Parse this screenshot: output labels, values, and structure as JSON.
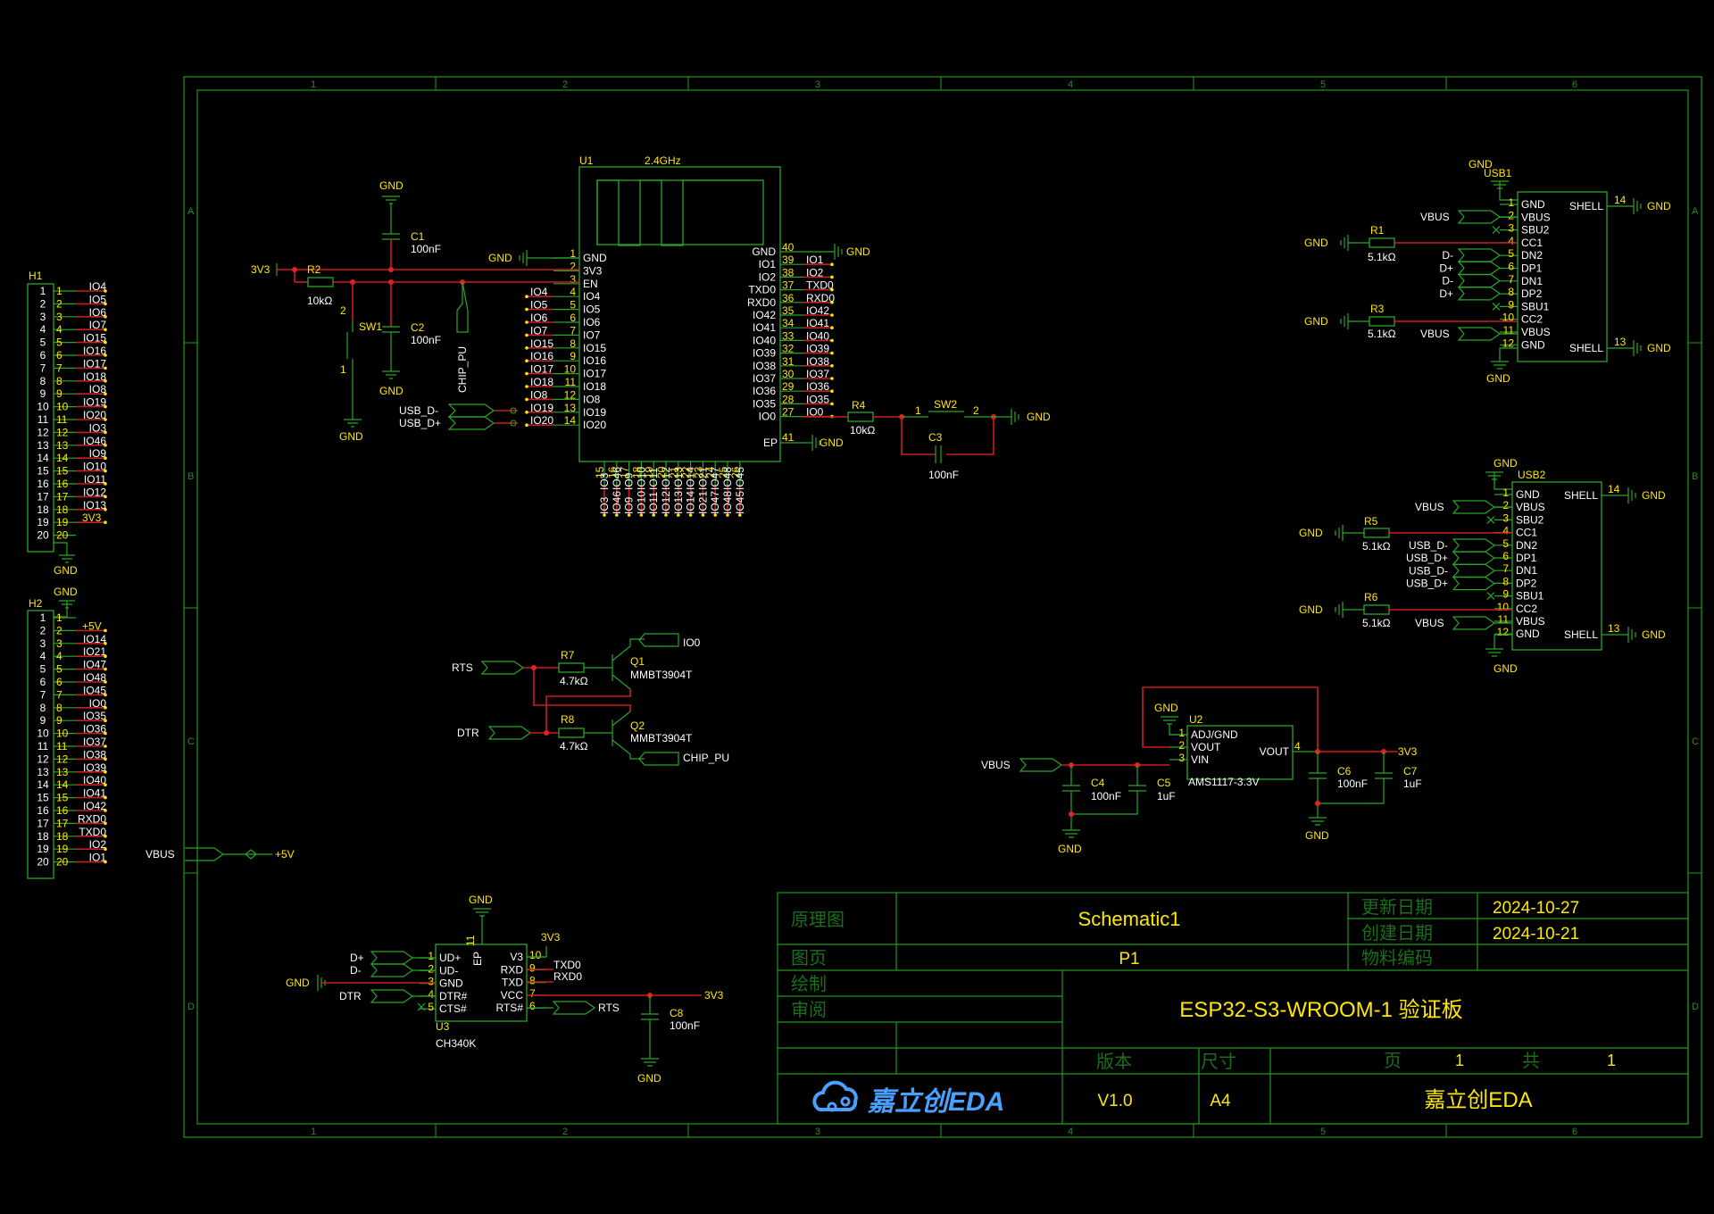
{
  "sheet": {
    "col_labels": [
      "1",
      "2",
      "3",
      "4",
      "5",
      "6"
    ],
    "row_labels": [
      "A",
      "B",
      "C",
      "D"
    ]
  },
  "title_block": {
    "schematic_label": "原理图",
    "schematic_name": "Schematic1",
    "updated_label": "更新日期",
    "updated_date": "2024-10-27",
    "created_label": "创建日期",
    "created_date": "2024-10-21",
    "page_label": "图页",
    "page_name": "P1",
    "bom_label": "物料编码",
    "drawn_label": "绘制",
    "review_label": "审阅",
    "board_title": "ESP32-S3-WROOM-1 验证板",
    "version_label": "版本",
    "size_label": "尺寸",
    "page_word": "页",
    "page_num": "1",
    "total_word": "共",
    "total_num": "1",
    "logo_text": "嘉立创EDA",
    "version": "V1.0",
    "size": "A4",
    "company": "嘉立创EDA"
  },
  "u1": {
    "ref": "U1",
    "antenna": "2.4GHz",
    "left_pins": [
      {
        "n": "1",
        "name": "GND"
      },
      {
        "n": "2",
        "name": "3V3"
      },
      {
        "n": "3",
        "name": "EN"
      },
      {
        "n": "4",
        "name": "IO4"
      },
      {
        "n": "5",
        "name": "IO5"
      },
      {
        "n": "6",
        "name": "IO6"
      },
      {
        "n": "7",
        "name": "IO7"
      },
      {
        "n": "8",
        "name": "IO15"
      },
      {
        "n": "9",
        "name": "IO16"
      },
      {
        "n": "10",
        "name": "IO17"
      },
      {
        "n": "11",
        "name": "IO18"
      },
      {
        "n": "12",
        "name": "IO8"
      },
      {
        "n": "13",
        "name": "IO19"
      },
      {
        "n": "14",
        "name": "IO20"
      }
    ],
    "left_nets": [
      "IO4",
      "IO5",
      "IO6",
      "IO7",
      "IO15",
      "IO16",
      "IO17",
      "IO18",
      "IO8",
      "IO19",
      "IO20"
    ],
    "right_pins": [
      {
        "n": "40",
        "name": "GND"
      },
      {
        "n": "39",
        "name": "IO1"
      },
      {
        "n": "38",
        "name": "IO2"
      },
      {
        "n": "37",
        "name": "TXD0"
      },
      {
        "n": "36",
        "name": "RXD0"
      },
      {
        "n": "35",
        "name": "IO42"
      },
      {
        "n": "34",
        "name": "IO41"
      },
      {
        "n": "33",
        "name": "IO40"
      },
      {
        "n": "32",
        "name": "IO39"
      },
      {
        "n": "31",
        "name": "IO38"
      },
      {
        "n": "30",
        "name": "IO37"
      },
      {
        "n": "29",
        "name": "IO36"
      },
      {
        "n": "28",
        "name": "IO35"
      },
      {
        "n": "27",
        "name": "IO0"
      }
    ],
    "right_nets": [
      "IO1",
      "IO2",
      "TXD0",
      "RXD0",
      "IO42",
      "IO41",
      "IO40",
      "IO39",
      "IO38",
      "IO37",
      "IO36",
      "IO35",
      "IO0"
    ],
    "ep_pin": {
      "n": "41",
      "name": "EP"
    },
    "bottom_pins": [
      {
        "n": "15",
        "name": "IO3"
      },
      {
        "n": "16",
        "name": "IO46"
      },
      {
        "n": "17",
        "name": "IO9"
      },
      {
        "n": "18",
        "name": "IO10"
      },
      {
        "n": "19",
        "name": "IO11"
      },
      {
        "n": "20",
        "name": "IO12"
      },
      {
        "n": "21",
        "name": "IO13"
      },
      {
        "n": "22",
        "name": "IO14"
      },
      {
        "n": "23",
        "name": "IO21"
      },
      {
        "n": "24",
        "name": "IO47"
      },
      {
        "n": "25",
        "name": "IO48"
      },
      {
        "n": "26",
        "name": "IO45"
      }
    ]
  },
  "en_circuit": {
    "gnd": "GND",
    "c1_ref": "C1",
    "c1_val": "100nF",
    "r2_ref": "R2",
    "r2_val": "10kΩ",
    "net_3v3": "3V3",
    "sw1_ref": "SW1",
    "sw1_p1": "1",
    "sw1_p2": "2",
    "c2_ref": "C2",
    "c2_val": "100nF",
    "chip_pu": "CHIP_PU",
    "usb_dm": "USB_D-",
    "usb_dp": "USB_D+",
    "gnd_u1": "GND"
  },
  "boot_circuit": {
    "r4_ref": "R4",
    "r4_val": "10kΩ",
    "sw2_ref": "SW2",
    "sw2_p1": "1",
    "sw2_p2": "2",
    "c3_ref": "C3",
    "c3_val": "100nF",
    "gnd": "GND",
    "gnd_40": "GND",
    "gnd_ep": "GND"
  },
  "h1": {
    "ref": "H1",
    "pins": [
      "1",
      "2",
      "3",
      "4",
      "5",
      "6",
      "7",
      "8",
      "9",
      "10",
      "11",
      "12",
      "13",
      "14",
      "15",
      "16",
      "17",
      "18",
      "19",
      "20"
    ],
    "nets": [
      "IO4",
      "IO5",
      "IO6",
      "IO7",
      "IO15",
      "IO16",
      "IO17",
      "IO18",
      "IO8",
      "IO19",
      "IO20",
      "IO3",
      "IO46",
      "IO9",
      "IO10",
      "IO11",
      "IO12",
      "IO13",
      "3V3",
      ""
    ],
    "gnd": "GND"
  },
  "h2": {
    "ref": "H2",
    "gnd": "GND",
    "pins": [
      "1",
      "2",
      "3",
      "4",
      "5",
      "6",
      "7",
      "8",
      "9",
      "10",
      "11",
      "12",
      "13",
      "14",
      "15",
      "16",
      "17",
      "18",
      "19",
      "20"
    ],
    "nets": [
      "",
      "+5V",
      "IO14",
      "IO21",
      "IO47",
      "IO48",
      "IO45",
      "IO0",
      "IO35",
      "IO36",
      "IO37",
      "IO38",
      "IO39",
      "IO40",
      "IO41",
      "IO42",
      "RXD0",
      "TXD0",
      "IO2",
      "IO1"
    ]
  },
  "vbus_5v": {
    "vbus": "VBUS",
    "p5v": "+5V"
  },
  "usb1": {
    "ref": "USB1",
    "gnd_top": "GND",
    "gnd_bot": "GND",
    "pins": [
      {
        "n": "1",
        "name": "GND"
      },
      {
        "n": "2",
        "name": "VBUS"
      },
      {
        "n": "3",
        "name": "SBU2"
      },
      {
        "n": "4",
        "name": "CC1"
      },
      {
        "n": "5",
        "name": "DN2"
      },
      {
        "n": "6",
        "name": "DP1"
      },
      {
        "n": "7",
        "name": "DN1"
      },
      {
        "n": "8",
        "name": "DP2"
      },
      {
        "n": "9",
        "name": "SBU1"
      },
      {
        "n": "10",
        "name": "CC2"
      },
      {
        "n": "11",
        "name": "VBUS"
      },
      {
        "n": "12",
        "name": "GND"
      }
    ],
    "shell_top": {
      "n": "14",
      "name": "SHELL"
    },
    "shell_bot": {
      "n": "13",
      "name": "SHELL"
    },
    "gnd_shell_top": "GND",
    "gnd_shell_bot": "GND",
    "vbus_a": "VBUS",
    "vbus_b": "VBUS",
    "nets": [
      "D-",
      "D+",
      "D-",
      "D+"
    ],
    "r1_ref": "R1",
    "r1_val": "5.1kΩ",
    "r3_ref": "R3",
    "r3_val": "5.1kΩ",
    "gnd_r1": "GND",
    "gnd_r3": "GND"
  },
  "usb2": {
    "ref": "USB2",
    "gnd_top": "GND",
    "gnd_bot": "GND",
    "pins": [
      {
        "n": "1",
        "name": "GND"
      },
      {
        "n": "2",
        "name": "VBUS"
      },
      {
        "n": "3",
        "name": "SBU2"
      },
      {
        "n": "4",
        "name": "CC1"
      },
      {
        "n": "5",
        "name": "DN2"
      },
      {
        "n": "6",
        "name": "DP1"
      },
      {
        "n": "7",
        "name": "DN1"
      },
      {
        "n": "8",
        "name": "DP2"
      },
      {
        "n": "9",
        "name": "SBU1"
      },
      {
        "n": "10",
        "name": "CC2"
      },
      {
        "n": "11",
        "name": "VBUS"
      },
      {
        "n": "12",
        "name": "GND"
      }
    ],
    "shell_top": {
      "n": "14",
      "name": "SHELL"
    },
    "shell_bot": {
      "n": "13",
      "name": "SHELL"
    },
    "gnd_shell_top": "GND",
    "gnd_shell_bot": "GND",
    "vbus_a": "VBUS",
    "vbus_b": "VBUS",
    "nets": [
      "USB_D-",
      "USB_D+",
      "USB_D-",
      "USB_D+"
    ],
    "r5_ref": "R5",
    "r5_val": "5.1kΩ",
    "r6_ref": "R6",
    "r6_val": "5.1kΩ",
    "gnd_r5": "GND",
    "gnd_r6": "GND"
  },
  "autoreset": {
    "rts": "RTS",
    "dtr": "DTR",
    "r7_ref": "R7",
    "r7_val": "4.7kΩ",
    "r8_ref": "R8",
    "r8_val": "4.7kΩ",
    "q1_ref": "Q1",
    "q1_val": "MMBT3904T",
    "q2_ref": "Q2",
    "q2_val": "MMBT3904T",
    "io0": "IO0",
    "chip_pu": "CHIP_PU"
  },
  "ldo": {
    "ref": "U2",
    "value": "AMS1117-3.3V",
    "gnd_top": "GND",
    "pins_left": [
      {
        "n": "1",
        "name": "ADJ/GND"
      },
      {
        "n": "2",
        "name": "VOUT"
      },
      {
        "n": "3",
        "name": "VIN"
      }
    ],
    "pin_right": {
      "n": "4",
      "name": "VOUT"
    },
    "vbus": "VBUS",
    "net_3v3": "3V3",
    "c4_ref": "C4",
    "c4_val": "100nF",
    "c5_ref": "C5",
    "c5_val": "1uF",
    "c6_ref": "C6",
    "c6_val": "100nF",
    "c7_ref": "C7",
    "c7_val": "1uF",
    "gnd_left": "GND",
    "gnd_right": "GND"
  },
  "ch340": {
    "ref": "U3",
    "value": "CH340K",
    "gnd_top": "GND",
    "ep": "EP",
    "ep_n": "11",
    "pins_left": [
      {
        "n": "1",
        "name": "UD+"
      },
      {
        "n": "2",
        "name": "UD-"
      },
      {
        "n": "3",
        "name": "GND"
      },
      {
        "n": "4",
        "name": "DTR#"
      },
      {
        "n": "5",
        "name": "CTS#"
      }
    ],
    "pins_right": [
      {
        "n": "10",
        "name": "V3"
      },
      {
        "n": "9",
        "name": "RXD"
      },
      {
        "n": "8",
        "name": "TXD"
      },
      {
        "n": "7",
        "name": "VCC"
      },
      {
        "n": "6",
        "name": "RTS#"
      }
    ],
    "net_dp": "D+",
    "net_dm": "D-",
    "gnd_left": "GND",
    "dtr": "DTR",
    "net_3v3_top": "3V3",
    "txd0": "TXD0",
    "rxd0": "RXD0",
    "net_3v3": "3V3",
    "rts": "RTS",
    "c8_ref": "C8",
    "c8_val": "100nF",
    "gnd_c8": "GND"
  }
}
